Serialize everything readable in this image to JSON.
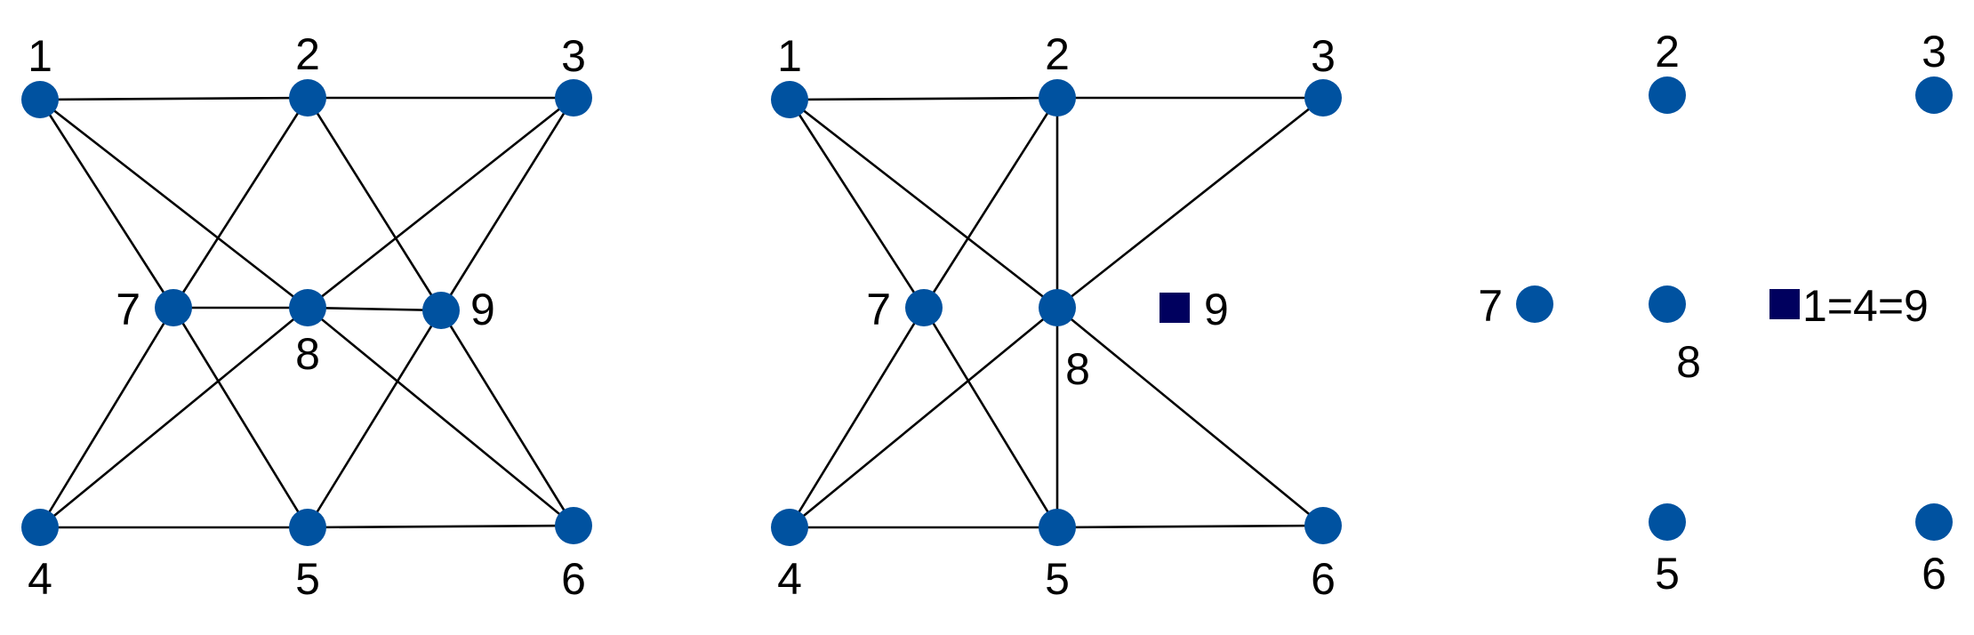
{
  "colors": {
    "node": "#0052A0",
    "square": "#00005E",
    "edge": "#000000"
  },
  "graphs": [
    {
      "id": "g1",
      "nodes": [
        {
          "id": "1",
          "label": "1",
          "shape": "circle"
        },
        {
          "id": "2",
          "label": "2",
          "shape": "circle"
        },
        {
          "id": "3",
          "label": "3",
          "shape": "circle"
        },
        {
          "id": "4",
          "label": "4",
          "shape": "circle"
        },
        {
          "id": "5",
          "label": "5",
          "shape": "circle"
        },
        {
          "id": "6",
          "label": "6",
          "shape": "circle"
        },
        {
          "id": "7",
          "label": "7",
          "shape": "circle"
        },
        {
          "id": "8",
          "label": "8",
          "shape": "circle"
        },
        {
          "id": "9",
          "label": "9",
          "shape": "circle"
        }
      ],
      "edges": [
        [
          "1",
          "2"
        ],
        [
          "2",
          "3"
        ],
        [
          "4",
          "5"
        ],
        [
          "5",
          "6"
        ],
        [
          "7",
          "8"
        ],
        [
          "8",
          "9"
        ],
        [
          "1",
          "7"
        ],
        [
          "1",
          "8"
        ],
        [
          "2",
          "7"
        ],
        [
          "2",
          "9"
        ],
        [
          "3",
          "8"
        ],
        [
          "3",
          "9"
        ],
        [
          "4",
          "7"
        ],
        [
          "4",
          "8"
        ],
        [
          "5",
          "7"
        ],
        [
          "5",
          "9"
        ],
        [
          "6",
          "8"
        ],
        [
          "6",
          "9"
        ]
      ]
    },
    {
      "id": "g2",
      "nodes": [
        {
          "id": "1",
          "label": "1",
          "shape": "circle"
        },
        {
          "id": "2",
          "label": "2",
          "shape": "circle"
        },
        {
          "id": "3",
          "label": "3",
          "shape": "circle"
        },
        {
          "id": "4",
          "label": "4",
          "shape": "circle"
        },
        {
          "id": "5",
          "label": "5",
          "shape": "circle"
        },
        {
          "id": "6",
          "label": "6",
          "shape": "circle"
        },
        {
          "id": "7",
          "label": "7",
          "shape": "circle"
        },
        {
          "id": "8",
          "label": "8",
          "shape": "circle"
        },
        {
          "id": "9",
          "label": "9",
          "shape": "square"
        }
      ],
      "edges": [
        [
          "1",
          "2"
        ],
        [
          "2",
          "3"
        ],
        [
          "4",
          "5"
        ],
        [
          "5",
          "6"
        ],
        [
          "1",
          "7"
        ],
        [
          "1",
          "8"
        ],
        [
          "2",
          "7"
        ],
        [
          "2",
          "8"
        ],
        [
          "3",
          "8"
        ],
        [
          "4",
          "7"
        ],
        [
          "4",
          "8"
        ],
        [
          "5",
          "7"
        ],
        [
          "5",
          "8"
        ],
        [
          "6",
          "8"
        ]
      ]
    },
    {
      "id": "g3",
      "nodes": [
        {
          "id": "2",
          "label": "2",
          "shape": "circle"
        },
        {
          "id": "3",
          "label": "3",
          "shape": "circle"
        },
        {
          "id": "7",
          "label": "7",
          "shape": "circle"
        },
        {
          "id": "8",
          "label": "8",
          "shape": "circle"
        },
        {
          "id": "149",
          "label": "1=4=9",
          "shape": "square"
        },
        {
          "id": "5",
          "label": "5",
          "shape": "circle"
        },
        {
          "id": "6",
          "label": "6",
          "shape": "circle"
        }
      ],
      "edges": []
    }
  ]
}
